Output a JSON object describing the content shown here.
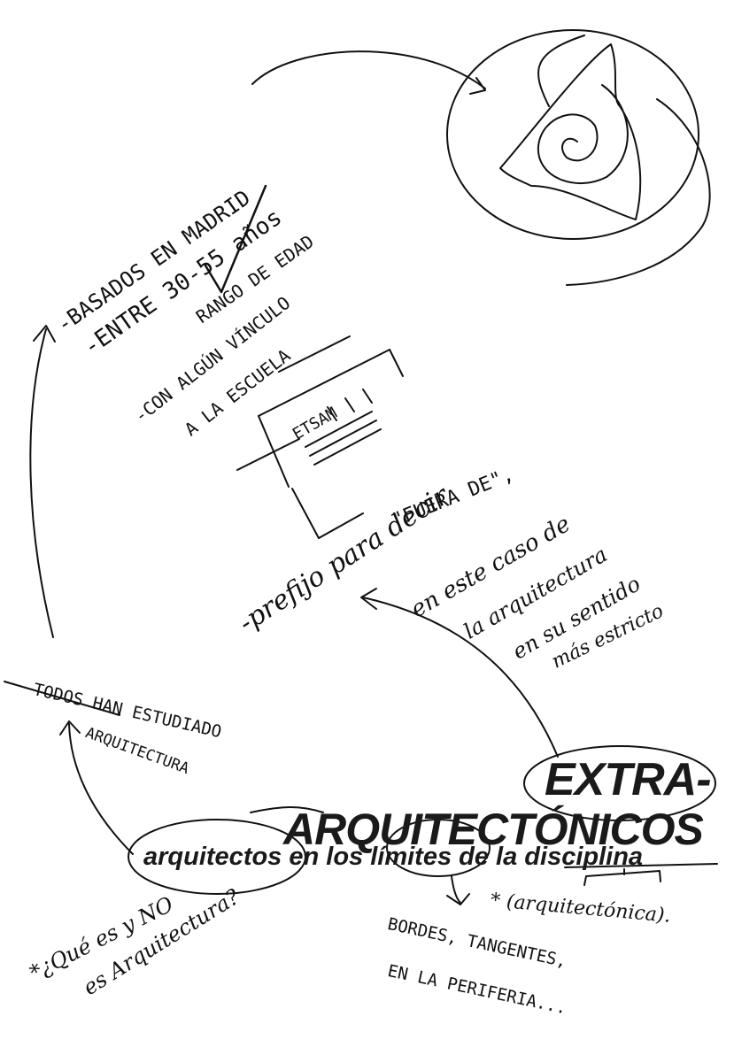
{
  "title": {
    "line1": "EXTRA-",
    "line2": "ARQUITECTÓNICOS",
    "subtitle": "arquitectos en los límites de la disciplina"
  },
  "notes": {
    "basados": "-BASADOS EN MADRID",
    "entre": "-ENTRE 30-55 años",
    "rango": "RANGO DE EDAD",
    "vinculo": "-CON ALGÚN VÍNCULO",
    "escuela": "A LA ESCUELA",
    "etsam": "ETSAM",
    "prefijo": "-prefijo para decir",
    "fuera": "\"FUERA DE\",",
    "en_este": "en este caso de",
    "la_arq": "la arquitectura",
    "en_su": "en su sentido",
    "mas_estricto": "más estricto",
    "todos": "TODOS HAN ESTUDIADO",
    "arquitectura": "ARQUITECTURA",
    "que_es": "*¿Qué es y NO",
    "es_arq": "es Arquitectura?",
    "arq_tectonica": "* (arquitectónica).",
    "bordes": "BORDES, TANGENTES,",
    "periferia": "EN LA PERIFERIA..."
  }
}
